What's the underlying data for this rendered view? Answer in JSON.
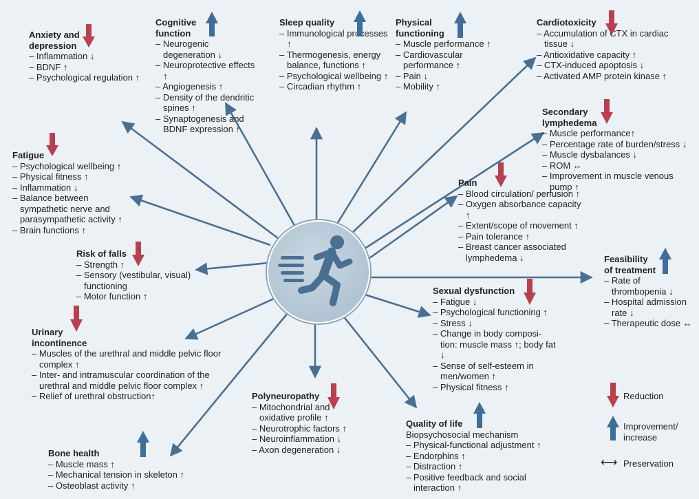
{
  "colors": {
    "reduction": "#b8404f",
    "improvement": "#3f6e99",
    "arrow": "#4a6f92",
    "background": "#ecf1f5"
  },
  "hub_icon": "runner-icon",
  "boxes": [
    {
      "key": "anxiety",
      "title": "Anxiety and",
      "subtitle": "depression",
      "indicator": "reduction",
      "items": [
        "– Inflammation ↓",
        "– BDNF ↑",
        "– Psychological regulation ↑"
      ]
    },
    {
      "key": "cognitive",
      "title": "Cognitive",
      "subtitle": "function",
      "indicator": "improvement",
      "items": [
        "– Neurogenic degeneration ↓",
        "– Neuroprotective effects ↑",
        "– Angiogenesis ↑",
        "– Density of the dendritic spines ↑",
        "– Synaptogenesis and BDNF expression ↑"
      ]
    },
    {
      "key": "sleep",
      "title": "Sleep quality",
      "subtitle": "",
      "indicator": "improvement",
      "items": [
        "– Immunological processes ↑",
        "– Thermogenesis, energy balance, functions ↑",
        "– Psychological wellbeing ↑",
        "– Circadian rhythm ↑"
      ]
    },
    {
      "key": "physical",
      "title": "Physical",
      "subtitle": "functioning",
      "indicator": "improvement",
      "items": [
        "– Muscle performance ↑",
        "– Cardiovascular performance ↑",
        "– Pain ↓",
        "– Mobility ↑"
      ]
    },
    {
      "key": "cardio",
      "title": "Cardiotoxicity",
      "subtitle": "",
      "indicator": "reduction",
      "items": [
        "– Accumulation of CTX in cardiac tissue ↓",
        "– Antioxidative capacity ↑",
        "– CTX-induced apoptosis ↓",
        "– Activated AMP protein kinase ↑"
      ]
    },
    {
      "key": "lymph",
      "title": "Secondary",
      "subtitle": "lymphedema",
      "indicator": "reduction",
      "items": [
        "– Muscle performance↑",
        "– Percentage rate of burden/stress ↓",
        "– Muscle dysbalances ↓",
        "– ROM ↔",
        "– Improvement in muscle venous pump ↑"
      ]
    },
    {
      "key": "fatigue",
      "title": "Fatigue",
      "subtitle": "",
      "indicator": "reduction",
      "items": [
        "– Psychological wellbeing ↑",
        "– Physical fitness ↑",
        "– Inflammation ↓",
        "– Balance between sympathetic nerve and parasympathetic activity ↑",
        "– Brain functions ↑"
      ]
    },
    {
      "key": "pain",
      "title": "Pain",
      "subtitle": "",
      "indicator": "reduction",
      "items": [
        "– Blood circulation/ perfusion ↑",
        "– Oxygen absorbance capacity ↑",
        "– Extent/scope of movement ↑",
        "– Pain tolerance ↑",
        "– Breast cancer associated lymphedema ↓"
      ]
    },
    {
      "key": "falls",
      "title": "Risk of falls",
      "subtitle": "",
      "indicator": "reduction",
      "items": [
        "– Strength ↑",
        "– Sensory (vestibular, visual) functioning",
        "– Motor function ↑"
      ]
    },
    {
      "key": "feasibility",
      "title": "Feasibility",
      "subtitle": "of treatment",
      "indicator": "improvement",
      "items": [
        "– Rate of thrombopenia ↓",
        "– Hospital admission rate ↓",
        "– Therapeutic dose ↔"
      ]
    },
    {
      "key": "sexual",
      "title": "Sexual dysfunction",
      "subtitle": "",
      "indicator": "reduction",
      "items": [
        "– Fatigue ↓",
        "– Psychological functioning ↑",
        "– Stress ↓",
        "– Change in body composi- tion: muscle mass ↑; body fat ↓",
        "– Sense of self-esteem in men/women ↑",
        "– Physical fitness ↑"
      ]
    },
    {
      "key": "urinary",
      "title": "Urinary",
      "subtitle": "incontinence",
      "indicator": "reduction",
      "items": [
        "– Muscles of the urethral and middle pelvic floor complex ↑",
        "– Inter- and intramuscular coordination of the urethral and middle pelvic floor complex ↑",
        "– Relief of urethral obstruction↑"
      ]
    },
    {
      "key": "polyneuro",
      "title": "Polyneuropathy",
      "subtitle": "",
      "indicator": "reduction",
      "items": [
        "– Mitochondrial and oxidative profile ↑",
        "– Neurotrophic factors ↑",
        "– Neuroinflammation ↓",
        "– Axon degeneration ↓"
      ]
    },
    {
      "key": "qol",
      "title": "Quality of life",
      "subtitle": "Biopsychosocial mechanism",
      "indicator": "improvement",
      "items": [
        "– Physical-functional adjustment ↑",
        "– Endorphins ↑",
        "– Distraction ↑",
        "– Positive feedback and social interaction ↑"
      ]
    },
    {
      "key": "bone",
      "title": "Bone health",
      "subtitle": "",
      "indicator": "improvement",
      "items": [
        "– Muscle mass ↑",
        "– Mechanical tension in skeleton ↑",
        "– Osteoblast activity ↑"
      ]
    }
  ],
  "legend": {
    "reduction": "Reduction",
    "improvement": "Improvement/ increase",
    "preservation": "Preservation",
    "preservation_symbol": "⟷"
  }
}
